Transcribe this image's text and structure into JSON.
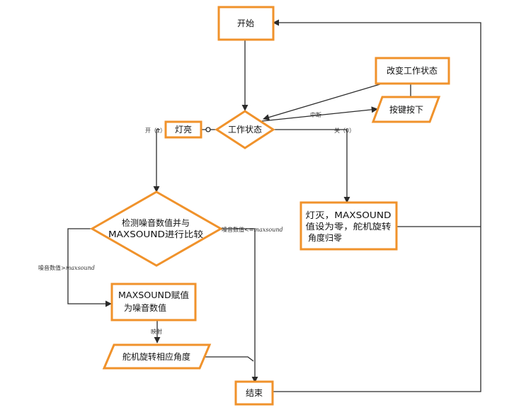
{
  "colors": {
    "node_border": "#f0922b",
    "edge": "#2b2b2b",
    "background": "#ffffff"
  },
  "nodes": {
    "start": "开始",
    "change_state": "改变工作状态",
    "key_press": "按键按下",
    "work_state": "工作状态",
    "light_on": "灯亮",
    "light_off_1": "灯灭，MAXSOUND",
    "light_off_2": "值设为零，舵机旋转",
    "light_off_3": "角度归零",
    "detect_1": "检测噪音数值并与",
    "detect_2": "MAXSOUND进行比较",
    "assign_1": "MAXSOUND赋值",
    "assign_2": "为噪音数值",
    "servo": "舵机旋转相应角度",
    "end": "结束"
  },
  "edges": {
    "interrupt": "中断",
    "on": "开（1）",
    "off": "关（0）",
    "le_prefix": "噪音数值<=",
    "le_suffix": "maxsound",
    "gt_prefix": "噪音数值>",
    "gt_suffix": "maxsound",
    "map": "映射"
  }
}
